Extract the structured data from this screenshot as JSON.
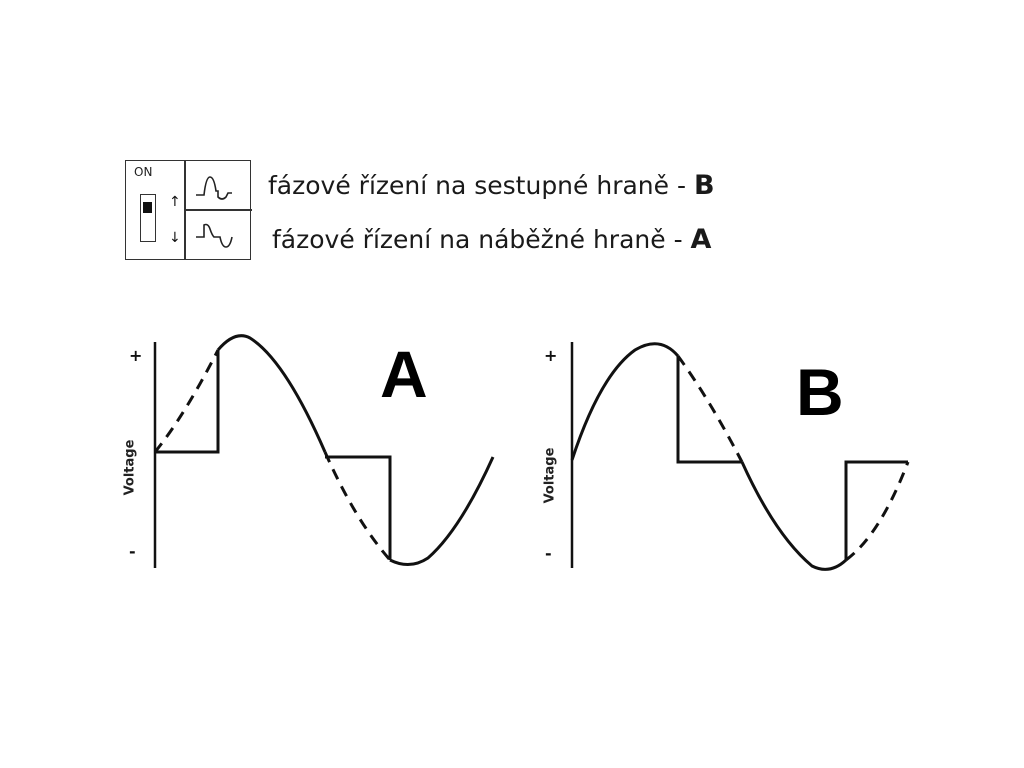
{
  "switch": {
    "on_label": "ON",
    "arrow_up": "↑",
    "arrow_down": "↓"
  },
  "legend": {
    "line_b_text": "fázové řízení na sestupné hraně - ",
    "line_b_letter": "B",
    "line_a_text": "fázové řízení na náběžné hraně - ",
    "line_a_letter": "A"
  },
  "plots": [
    {
      "letter": "A",
      "axis_label": "Voltage",
      "tick_plus": "+",
      "tick_minus": "-"
    },
    {
      "letter": "B",
      "axis_label": "Voltage",
      "tick_plus": "+",
      "tick_minus": "-"
    }
  ],
  "colors": {
    "ink": "#111111",
    "background": "#ffffff"
  }
}
